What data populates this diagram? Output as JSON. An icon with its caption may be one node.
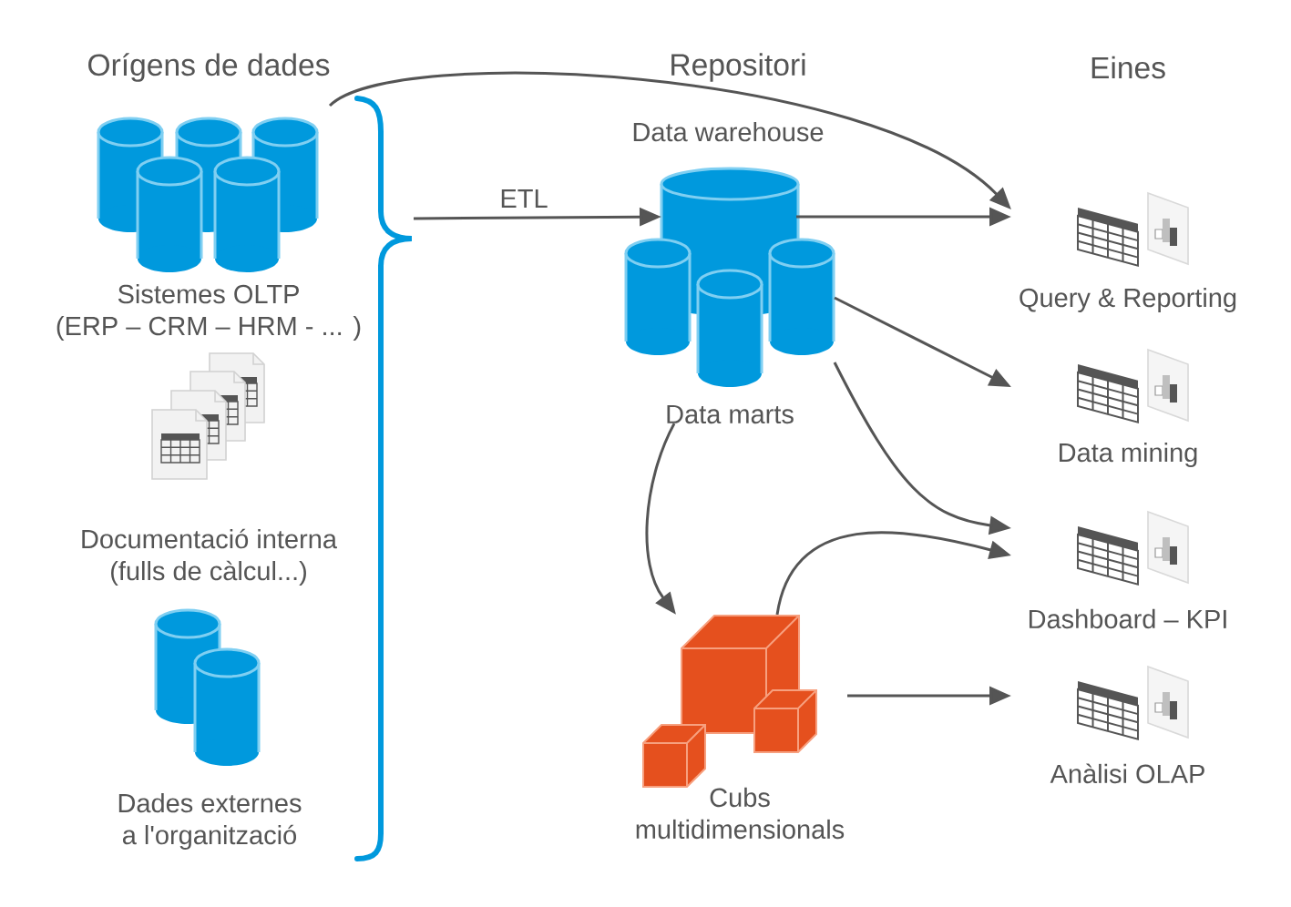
{
  "diagram": {
    "nodes": [
      {
        "text": [
          "Sistemes OLTP",
          "(ERP – CRM – HRM - ... )"
        ]
      },
      {
        "text": [
          "Documentació interna",
          "(fulls de càlcul...)"
        ]
      },
      {
        "text": [
          "Dades externes a l'organització"
        ]
      },
      {
        "text": [],
        "shape": "bracket"
      },
      {
        "text": [
          "Data warehouse"
        ]
      },
      {
        "text": [
          "Data marts"
        ]
      },
      {
        "text": [
          "Cubs multidimensionals"
        ]
      },
      {
        "text": [
          "Query & Reporting"
        ]
      },
      {
        "text": [
          "Data mining"
        ]
      },
      {
        "text": [
          "Dashboard – KPI"
        ]
      },
      {
        "text": [
          "Anàlisi OLAP"
        ]
      }
    ],
    "edges": [
      {
        "from": 0,
        "to": 7,
        "arrow": "to"
      },
      {
        "from": 3,
        "to": 4,
        "arrow": "to",
        "label": "ETL"
      },
      {
        "from": 4,
        "to": 7,
        "arrow": "to"
      },
      {
        "from": 5,
        "to": 8,
        "arrow": "to"
      },
      {
        "from": 5,
        "to": 9,
        "arrow": "to"
      },
      {
        "from": 5,
        "to": 6,
        "arrow": "to"
      },
      {
        "from": 6,
        "to": 9,
        "arrow": "to"
      },
      {
        "from": 6,
        "to": 10,
        "arrow": "to"
      }
    ],
    "labels": [
      "Orígens de dades",
      "Repositori",
      "Eines"
    ]
  }
}
